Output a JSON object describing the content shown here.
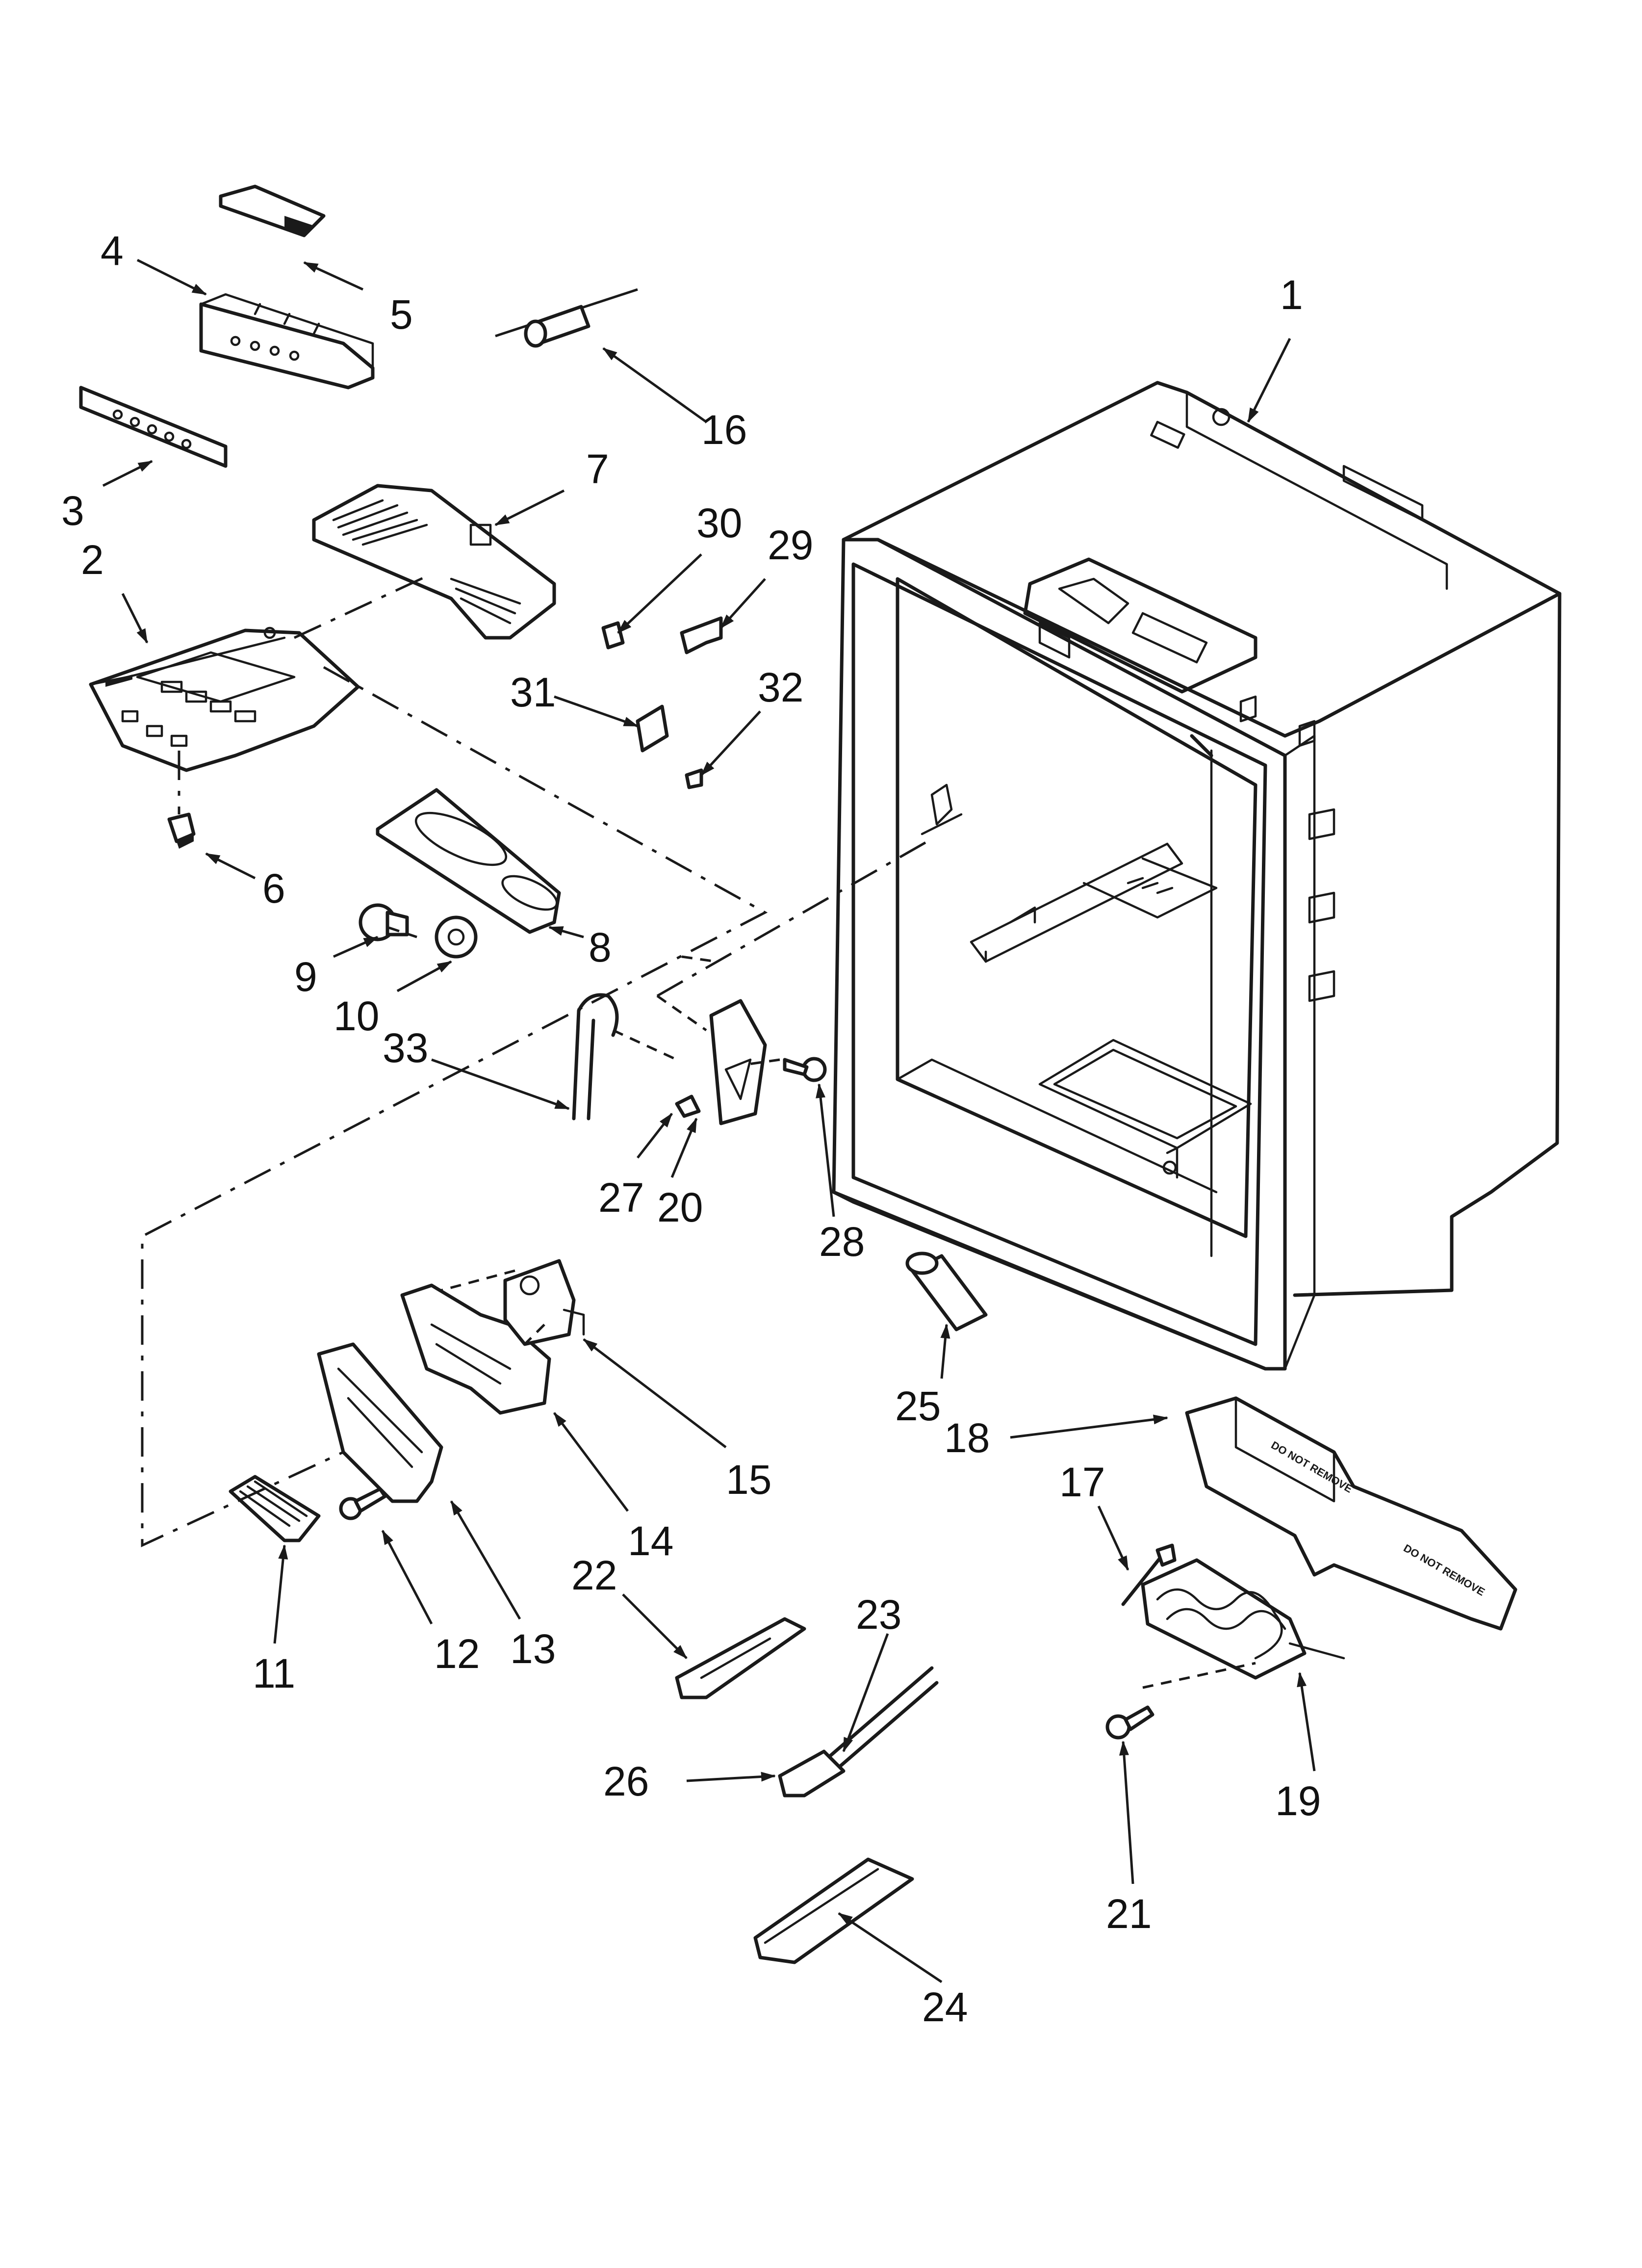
{
  "diagram": {
    "callouts": [
      {
        "id": "1",
        "label": "1"
      },
      {
        "id": "2",
        "label": "2"
      },
      {
        "id": "3",
        "label": "3"
      },
      {
        "id": "4",
        "label": "4"
      },
      {
        "id": "5",
        "label": "5"
      },
      {
        "id": "6",
        "label": "6"
      },
      {
        "id": "7",
        "label": "7"
      },
      {
        "id": "8",
        "label": "8"
      },
      {
        "id": "9",
        "label": "9"
      },
      {
        "id": "10",
        "label": "10"
      },
      {
        "id": "11",
        "label": "11"
      },
      {
        "id": "12",
        "label": "12"
      },
      {
        "id": "13",
        "label": "13"
      },
      {
        "id": "14",
        "label": "14"
      },
      {
        "id": "15",
        "label": "15"
      },
      {
        "id": "16",
        "label": "16"
      },
      {
        "id": "17",
        "label": "17"
      },
      {
        "id": "18",
        "label": "18"
      },
      {
        "id": "19",
        "label": "19"
      },
      {
        "id": "20",
        "label": "20"
      },
      {
        "id": "21",
        "label": "21"
      },
      {
        "id": "22",
        "label": "22"
      },
      {
        "id": "23",
        "label": "23"
      },
      {
        "id": "24",
        "label": "24"
      },
      {
        "id": "25",
        "label": "25"
      },
      {
        "id": "26",
        "label": "26"
      },
      {
        "id": "27",
        "label": "27"
      },
      {
        "id": "28",
        "label": "28"
      },
      {
        "id": "29",
        "label": "29"
      },
      {
        "id": "30",
        "label": "30"
      },
      {
        "id": "31",
        "label": "31"
      },
      {
        "id": "32",
        "label": "32"
      },
      {
        "id": "33",
        "label": "33"
      }
    ],
    "part_stamp_text": "DO NOT REMOVE"
  },
  "colors": {
    "ink": "#1a1a1a",
    "background": "#ffffff"
  }
}
